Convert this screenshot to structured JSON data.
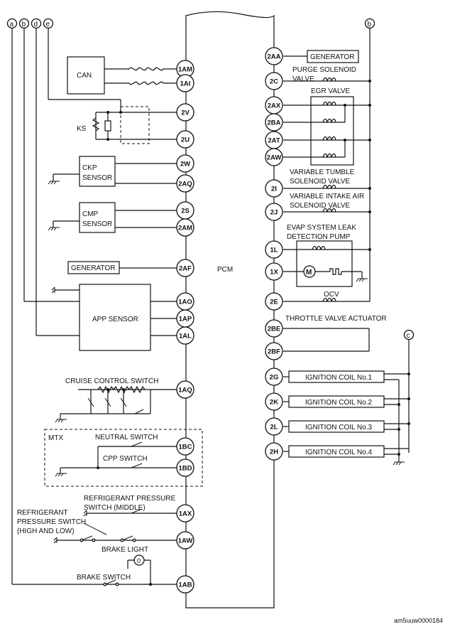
{
  "pcm": {
    "label": "PCM"
  },
  "bus_left": [
    "a",
    "b",
    "d",
    "e"
  ],
  "bus_right": [
    "b",
    "c"
  ],
  "left_pins": [
    "1AM",
    "1AI",
    "2V",
    "2U",
    "2W",
    "2AQ",
    "2S",
    "2AM",
    "2AF",
    "1AO",
    "1AP",
    "1AL",
    "1AQ",
    "1BC",
    "1BD",
    "1AX",
    "1AW",
    "1AB"
  ],
  "right_pins": [
    "2AA",
    "2C",
    "2AX",
    "2BA",
    "2AT",
    "2AW",
    "2I",
    "2J",
    "1L",
    "1X",
    "2E",
    "2BE",
    "2BF",
    "2G",
    "2K",
    "2L",
    "2H"
  ],
  "left": {
    "can": "CAN",
    "ks": "KS",
    "ckp": [
      "CKP",
      "SENSOR"
    ],
    "cmp": [
      "CMP",
      "SENSOR"
    ],
    "generator": "GENERATOR",
    "app": "APP SENSOR",
    "cruise": "CRUISE CONTROL SWITCH",
    "mtx": "MTX",
    "neutral": "NEUTRAL SWITCH",
    "cpp": "CPP SWITCH",
    "refrig_mid": [
      "REFRIGERANT PRESSURE",
      "SWITCH (MIDDLE)"
    ],
    "refrig_hl": [
      "REFRIGERANT",
      "PRESSURE SWITCH",
      "(HIGH AND LOW)"
    ],
    "brake_light": "BRAKE LIGHT",
    "brake_switch": "BRAKE SWITCH"
  },
  "right": {
    "generator": "GENERATOR",
    "purge": [
      "PURGE SOLENOID",
      "VALVE"
    ],
    "egr": "EGR VALVE",
    "tumble": [
      "VARIABLE TUMBLE",
      "SOLENOID VALVE"
    ],
    "intake": [
      "VARIABLE INTAKE AIR",
      "SOLENOID VALVE"
    ],
    "evap": [
      "EVAP SYSTEM LEAK",
      "DETECTION PUMP"
    ],
    "motor": "M",
    "ocv": "OCV",
    "throttle": "THROTTLE VALVE ACTUATOR",
    "coils": [
      "IGNITION COIL No.1",
      "IGNITION COIL No.2",
      "IGNITION COIL No.3",
      "IGNITION COIL No.4"
    ]
  },
  "footer": "am5uuw0000184"
}
